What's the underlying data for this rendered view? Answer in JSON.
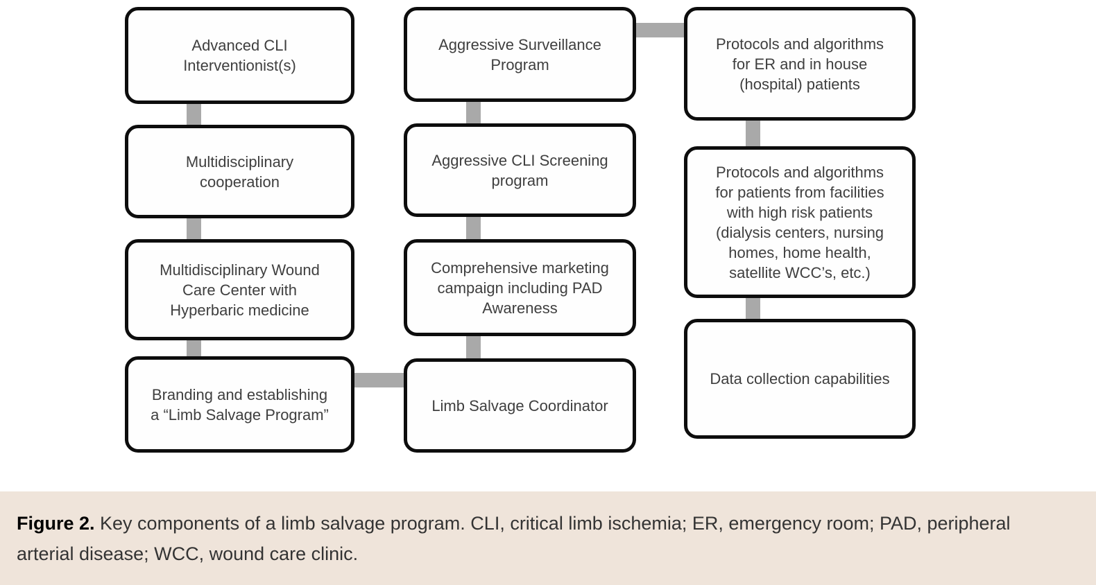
{
  "figure": {
    "caption_label": "Figure 2.",
    "caption_text": " Key components of a limb salvage program. CLI, critical limb ischemia; ER, emergency room; PAD, peripheral arterial disease; WCC, wound care clinic."
  },
  "diagram": {
    "boxes": [
      {
        "column": "left",
        "row": 1,
        "label": "Advanced CLI\nInterventionist(s)"
      },
      {
        "column": "left",
        "row": 2,
        "label": "Multidisciplinary\ncooperation"
      },
      {
        "column": "left",
        "row": 3,
        "label": "Multidisciplinary Wound\nCare Center with\nHyperbaric medicine"
      },
      {
        "column": "left",
        "row": 4,
        "label": "Branding and establishing\na “Limb Salvage Program”"
      },
      {
        "column": "middle",
        "row": 1,
        "label": "Aggressive Surveillance\nProgram"
      },
      {
        "column": "middle",
        "row": 2,
        "label": "Aggressive CLI Screening\nprogram"
      },
      {
        "column": "middle",
        "row": 3,
        "label": "Comprehensive marketing\ncampaign including PAD\nAwareness"
      },
      {
        "column": "middle",
        "row": 4,
        "label": "Limb Salvage Coordinator"
      },
      {
        "column": "right",
        "row": 1,
        "label": "Protocols and algorithms\nfor ER and in house\n(hospital) patients"
      },
      {
        "column": "right",
        "row": 2,
        "label": "Protocols and algorithms\nfor patients from facilities\nwith high risk patients\n(dialysis centers, nursing\nhomes, home health,\nsatellite WCC’s, etc.)"
      },
      {
        "column": "right",
        "row": 3,
        "label": "Data collection capabilities"
      }
    ],
    "connections": [
      {
        "from": 0,
        "to": 1,
        "type": "vertical"
      },
      {
        "from": 1,
        "to": 2,
        "type": "vertical"
      },
      {
        "from": 2,
        "to": 3,
        "type": "vertical"
      },
      {
        "from": 4,
        "to": 5,
        "type": "vertical"
      },
      {
        "from": 5,
        "to": 6,
        "type": "vertical"
      },
      {
        "from": 6,
        "to": 7,
        "type": "vertical"
      },
      {
        "from": 8,
        "to": 9,
        "type": "vertical"
      },
      {
        "from": 9,
        "to": 10,
        "type": "vertical"
      },
      {
        "from": 4,
        "to": 8,
        "type": "horizontal"
      },
      {
        "from": 3,
        "to": 7,
        "type": "horizontal"
      }
    ]
  },
  "colors": {
    "page_bg": "#ffffff",
    "box_fill": "#fefefe",
    "box_border": "#0d0d0d",
    "box_text": "#3f3f3f",
    "connector_gray": "#a9a9a9",
    "caption_band_bg": "#efe4da",
    "caption_text": "#333333",
    "figure_label": "#000000"
  }
}
